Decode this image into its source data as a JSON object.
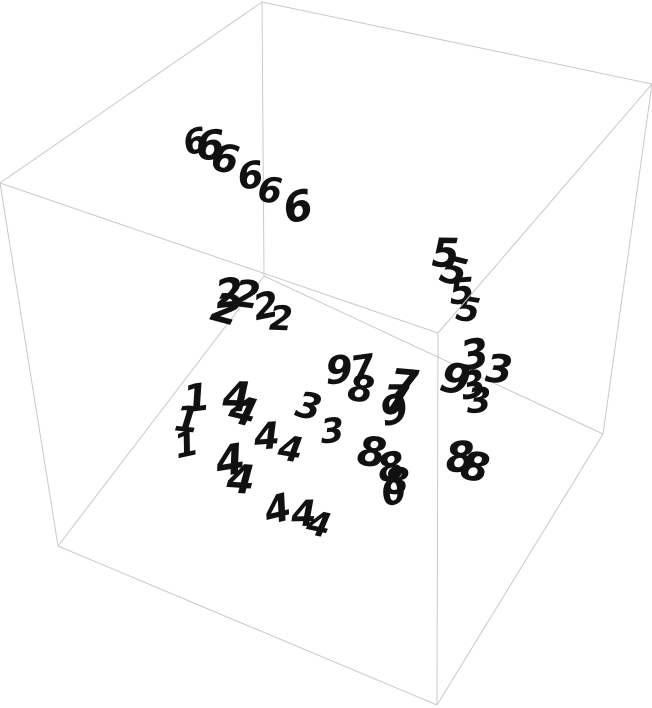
{
  "chart_data": {
    "type": "scatter",
    "title": "",
    "xlabel": "",
    "ylabel": "",
    "zlabel": "",
    "box": true,
    "axes_ticks": false,
    "grid": false,
    "marker": "handwritten-digit-image",
    "ink_color": "#111111",
    "edge_color": "#c9c9c9",
    "points": [
      {
        "label": "6",
        "x": -0.52,
        "y": 0.48,
        "z": 0.6
      },
      {
        "label": "6",
        "x": -0.46,
        "y": 0.46,
        "z": 0.62
      },
      {
        "label": "6",
        "x": -0.4,
        "y": 0.44,
        "z": 0.58
      },
      {
        "label": "6",
        "x": -0.3,
        "y": 0.4,
        "z": 0.56
      },
      {
        "label": "6",
        "x": -0.22,
        "y": 0.38,
        "z": 0.52
      },
      {
        "label": "6",
        "x": -0.1,
        "y": 0.36,
        "z": 0.5
      },
      {
        "label": "5",
        "x": 0.55,
        "y": 0.3,
        "z": 0.55
      },
      {
        "label": "5",
        "x": 0.58,
        "y": 0.28,
        "z": 0.48
      },
      {
        "label": "5",
        "x": 0.6,
        "y": 0.24,
        "z": 0.4
      },
      {
        "label": "5",
        "x": 0.62,
        "y": 0.22,
        "z": 0.32
      },
      {
        "label": "3",
        "x": 0.6,
        "y": 0.1,
        "z": 0.15
      },
      {
        "label": "3",
        "x": 0.72,
        "y": 0.12,
        "z": 0.1
      },
      {
        "label": "3",
        "x": 0.56,
        "y": 0.02,
        "z": 0.02
      },
      {
        "label": "3",
        "x": 0.58,
        "y": 0.0,
        "z": -0.05
      },
      {
        "label": "9",
        "x": 0.48,
        "y": 0.02,
        "z": 0.02
      },
      {
        "label": "2",
        "x": -0.52,
        "y": 0.1,
        "z": 0.02
      },
      {
        "label": "2",
        "x": -0.44,
        "y": 0.1,
        "z": 0.05
      },
      {
        "label": "2",
        "x": -0.36,
        "y": 0.08,
        "z": 0.03
      },
      {
        "label": "2",
        "x": -0.3,
        "y": 0.06,
        "z": 0.0
      },
      {
        "label": "2",
        "x": -0.55,
        "y": 0.06,
        "z": -0.05
      },
      {
        "label": "9",
        "x": -0.08,
        "y": -0.05,
        "z": -0.12
      },
      {
        "label": "8",
        "x": 0.02,
        "y": -0.05,
        "z": -0.18
      },
      {
        "label": "7",
        "x": 0.04,
        "y": -0.02,
        "z": -0.08
      },
      {
        "label": "7",
        "x": 0.22,
        "y": -0.04,
        "z": -0.08
      },
      {
        "label": "9",
        "x": 0.16,
        "y": -0.08,
        "z": -0.22
      },
      {
        "label": "7",
        "x": 0.18,
        "y": -0.06,
        "z": -0.16
      },
      {
        "label": "3",
        "x": -0.28,
        "y": -0.2,
        "z": -0.3
      },
      {
        "label": "3",
        "x": -0.18,
        "y": -0.22,
        "z": -0.38
      },
      {
        "label": "8",
        "x": 0.0,
        "y": -0.22,
        "z": -0.42
      },
      {
        "label": "8",
        "x": 0.08,
        "y": -0.24,
        "z": -0.46
      },
      {
        "label": "8",
        "x": 0.1,
        "y": -0.25,
        "z": -0.52
      },
      {
        "label": "0",
        "x": 0.08,
        "y": -0.27,
        "z": -0.58
      },
      {
        "label": "8",
        "x": 0.42,
        "y": -0.18,
        "z": -0.3
      },
      {
        "label": "8",
        "x": 0.48,
        "y": -0.2,
        "z": -0.32
      },
      {
        "label": "1",
        "x": -0.84,
        "y": -0.32,
        "z": -0.4
      },
      {
        "label": "1",
        "x": -0.9,
        "y": -0.36,
        "z": -0.52
      },
      {
        "label": "1",
        "x": -0.92,
        "y": -0.4,
        "z": -0.64
      },
      {
        "label": "4",
        "x": -0.64,
        "y": -0.28,
        "z": -0.34
      },
      {
        "label": "4",
        "x": -0.62,
        "y": -0.3,
        "z": -0.4
      },
      {
        "label": "4",
        "x": -0.52,
        "y": -0.32,
        "z": -0.48
      },
      {
        "label": "4",
        "x": -0.42,
        "y": -0.34,
        "z": -0.5
      },
      {
        "label": "4",
        "x": -0.72,
        "y": -0.4,
        "z": -0.64
      },
      {
        "label": "4",
        "x": -0.68,
        "y": -0.42,
        "z": -0.72
      },
      {
        "label": "4",
        "x": -0.52,
        "y": -0.44,
        "z": -0.8
      },
      {
        "label": "4",
        "x": -0.4,
        "y": -0.44,
        "z": -0.78
      },
      {
        "label": "4",
        "x": -0.34,
        "y": -0.46,
        "z": -0.8
      }
    ]
  }
}
